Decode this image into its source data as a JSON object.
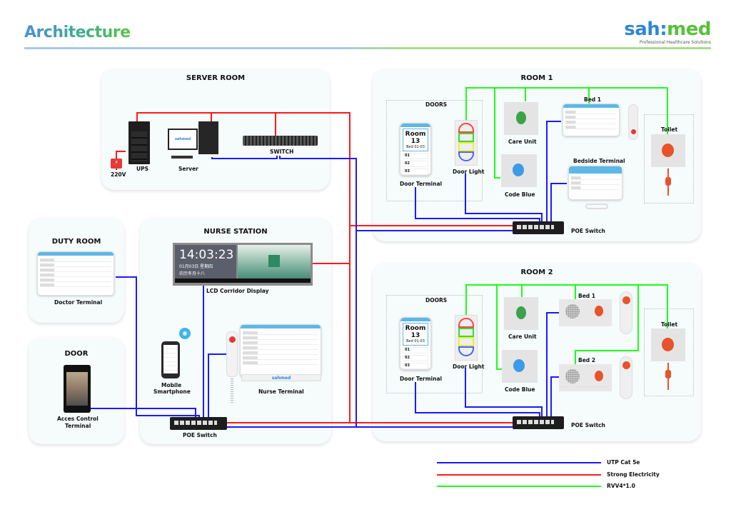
{
  "header": {
    "title": "Architecture",
    "logo_left": "sah",
    "logo_sep": ":",
    "logo_right": "med",
    "logo_tagline": "Professional Healthcare Solutions"
  },
  "colors": {
    "utp": "#1a1aff",
    "power": "#ff1a1a",
    "rvv": "#1aff1a",
    "panel_bg": "#f6fbfc",
    "brand_blue": "#2f86d8",
    "brand_green": "#57c13b"
  },
  "server_room": {
    "title": "SERVER ROOM",
    "devices": {
      "power": "220V",
      "ups": "UPS",
      "server": "Server",
      "switch": "SWITCH"
    }
  },
  "duty_room": {
    "title": "DUTY ROOM",
    "devices": {
      "doctor_terminal": "Doctor Terminal"
    }
  },
  "door": {
    "title": "DOOR",
    "devices": {
      "access_control_line1": "Acces Control",
      "access_control_line2": "Terminal"
    }
  },
  "nurse_station": {
    "title": "NURSE STATION",
    "lcd": {
      "time": "14:03:23",
      "date": "01月03日 星期四",
      "lunar": "农历冬月十八",
      "label": "LCD Corridor Display"
    },
    "devices": {
      "mobile_line1": "Mobile",
      "mobile_line2": "Smartphone",
      "nurse_terminal": "Nurse Terminal",
      "poe_switch": "POE Switch"
    }
  },
  "room1": {
    "title": "ROOM 1",
    "doors_title": "DOORS",
    "door_terminal": {
      "room": "Room 13",
      "beds": "Bed 01-03",
      "rows": [
        "01",
        "02",
        "03"
      ],
      "label": "Door Terminal"
    },
    "devices": {
      "door_light": "Door Light",
      "care_unit": "Care Unit",
      "code_blue": "Code Blue",
      "bed1": "Bed 1",
      "bedside_terminal": "Bedside Terminal",
      "toilet": "Toilet",
      "poe_switch": "POE Switch"
    }
  },
  "room2": {
    "title": "ROOM 2",
    "doors_title": "DOORS",
    "door_terminal": {
      "room": "Room 13",
      "beds": "Bed 01-03",
      "rows": [
        "01",
        "02",
        "03"
      ],
      "label": "Door Terminal"
    },
    "devices": {
      "door_light": "Door Light",
      "care_unit": "Care Unit",
      "code_blue": "Code Blue",
      "bed1": "Bed 1",
      "bed2": "Bed 2",
      "toilet": "Toilet",
      "poe_switch": "POE Switch"
    }
  },
  "legend": [
    {
      "label": "UTP Cat 5e",
      "color": "#1a1aff"
    },
    {
      "label": "Strong Electricity",
      "color": "#ff1a1a"
    },
    {
      "label": "RVV4*1.0",
      "color": "#1aff1a"
    }
  ]
}
